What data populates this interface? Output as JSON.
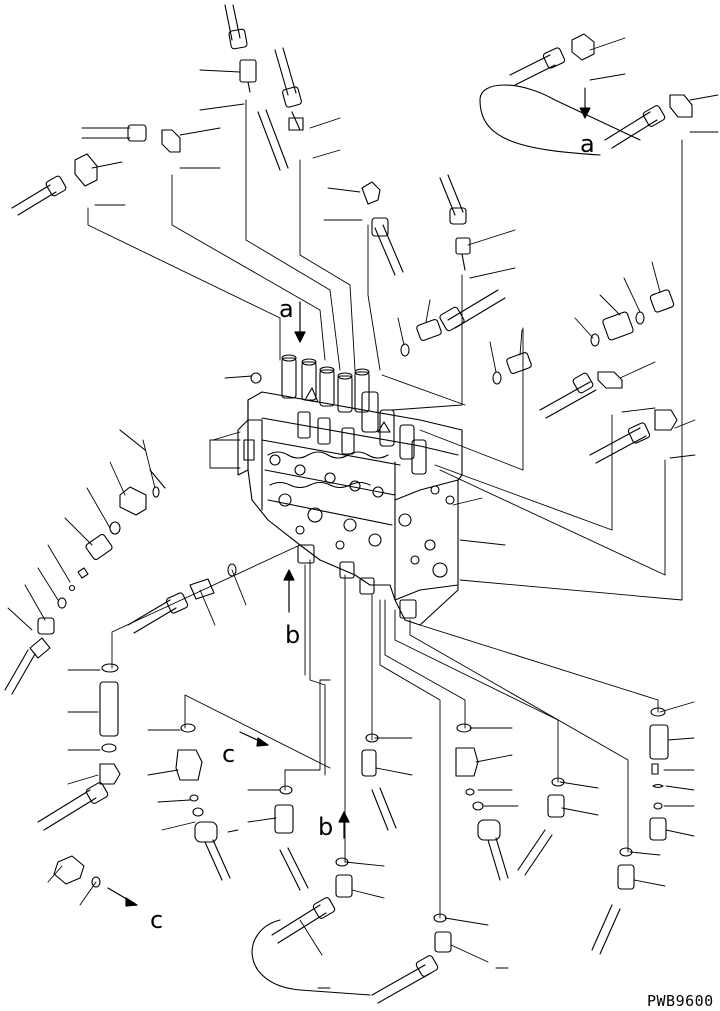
{
  "figure": {
    "view_labels": {
      "a_top": "a",
      "a_right": "a",
      "b_main": "b",
      "b_lower": "b",
      "c_middle": "c",
      "c_lower": "c"
    },
    "drawing_code": "PWB9600"
  },
  "colors": {
    "ink": "#000000",
    "paper": "#ffffff"
  }
}
